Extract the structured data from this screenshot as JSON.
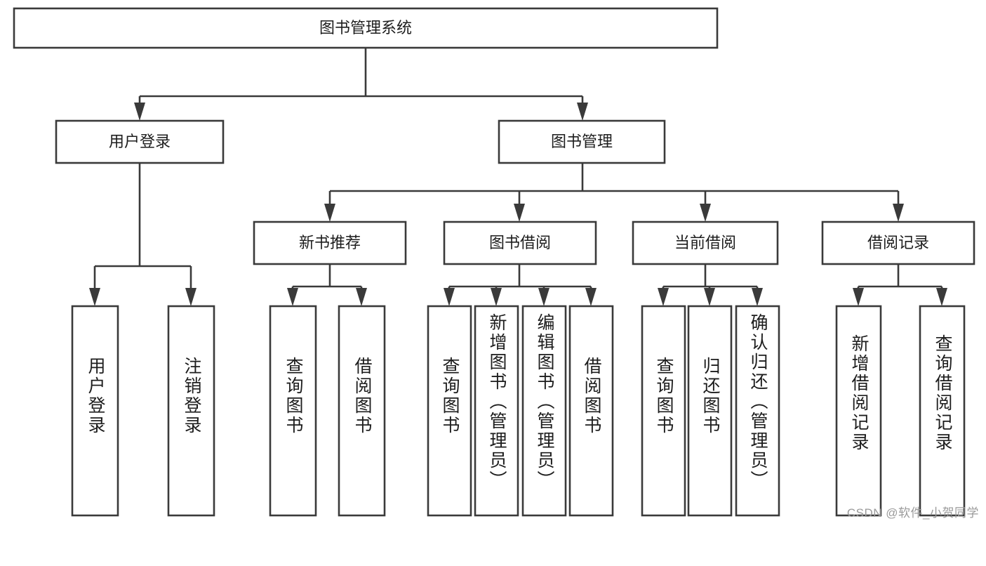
{
  "diagram": {
    "type": "tree",
    "title": "图书管理系统",
    "orientation": "top-down",
    "levels": 4,
    "colors": {
      "box_fill": "#ffffff",
      "box_stroke": "#3a3a3a",
      "connector": "#3a3a3a",
      "text": "#1d1d1d",
      "watermark": "#9a9a9a",
      "background": "#ffffff"
    }
  },
  "root": {
    "label": "图书管理系统"
  },
  "level2": [
    {
      "label": "用户登录"
    },
    {
      "label": "图书管理"
    }
  ],
  "level3": [
    {
      "label": "新书推荐"
    },
    {
      "label": "图书借阅"
    },
    {
      "label": "当前借阅"
    },
    {
      "label": "借阅记录"
    }
  ],
  "leaves": {
    "user_login": [
      {
        "label": "用户登录"
      },
      {
        "label": "注销登录"
      }
    ],
    "new_book_recommend": [
      {
        "label": "查询图书"
      },
      {
        "label": "借阅图书"
      }
    ],
    "book_borrow": [
      {
        "label": "查询图书"
      },
      {
        "label": "新增图书（管理员）"
      },
      {
        "label": "编辑图书（管理员）"
      },
      {
        "label": "借阅图书"
      }
    ],
    "current_borrow": [
      {
        "label": "查询图书"
      },
      {
        "label": "归还图书"
      },
      {
        "label": "确认归还（管理员）"
      }
    ],
    "borrow_record": [
      {
        "label": "新增借阅记录"
      },
      {
        "label": "查询借阅记录"
      }
    ]
  },
  "watermark": {
    "text": "CSDN @软件_小贺同学"
  }
}
